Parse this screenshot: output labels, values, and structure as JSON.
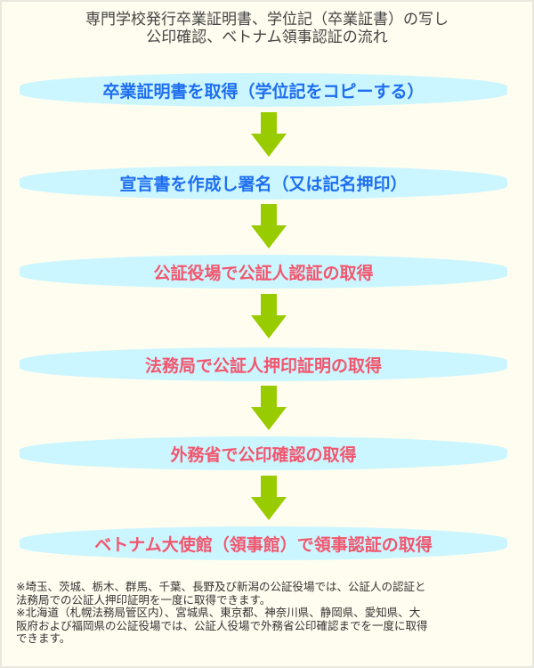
{
  "title": {
    "line1": "専門学校発行卒業証明書、学位記（卒業証書）の写し",
    "line2": "公印確認、ベトナム領事認証の流れ"
  },
  "steps": [
    {
      "label": "卒業証明書を取得（学位記をコピーする）",
      "color": "#1e6ef0"
    },
    {
      "label": "宣言書を作成し署名（又は記名押印）",
      "color": "#1e6ef0"
    },
    {
      "label": "公証役場で公証人認証の取得",
      "color": "#f2566e"
    },
    {
      "label": "法務局で公証人押印証明の取得",
      "color": "#f2566e"
    },
    {
      "label": "外務省で公印確認の取得",
      "color": "#f2566e"
    },
    {
      "label": "ベトナム大使館（領事館）で領事認証の取得",
      "color": "#f2566e"
    }
  ],
  "arrow_icon": "down-arrow-icon",
  "arrow_color": "#99cc00",
  "notes": [
    "※埼玉、茨城、栃木、群馬、千葉、長野及び新潟の公証役場では、公証人の認証と",
    "法務局での公証人押印証明を一度に取得できます。",
    "※北海道（札幌法務局管区内）、宮城県、東京都、神奈川県、静岡県、愛知県、大",
    "阪府および福岡県の公証役場では、公証人役場で外務省公印確認までを一度に取得",
    "できます。"
  ]
}
